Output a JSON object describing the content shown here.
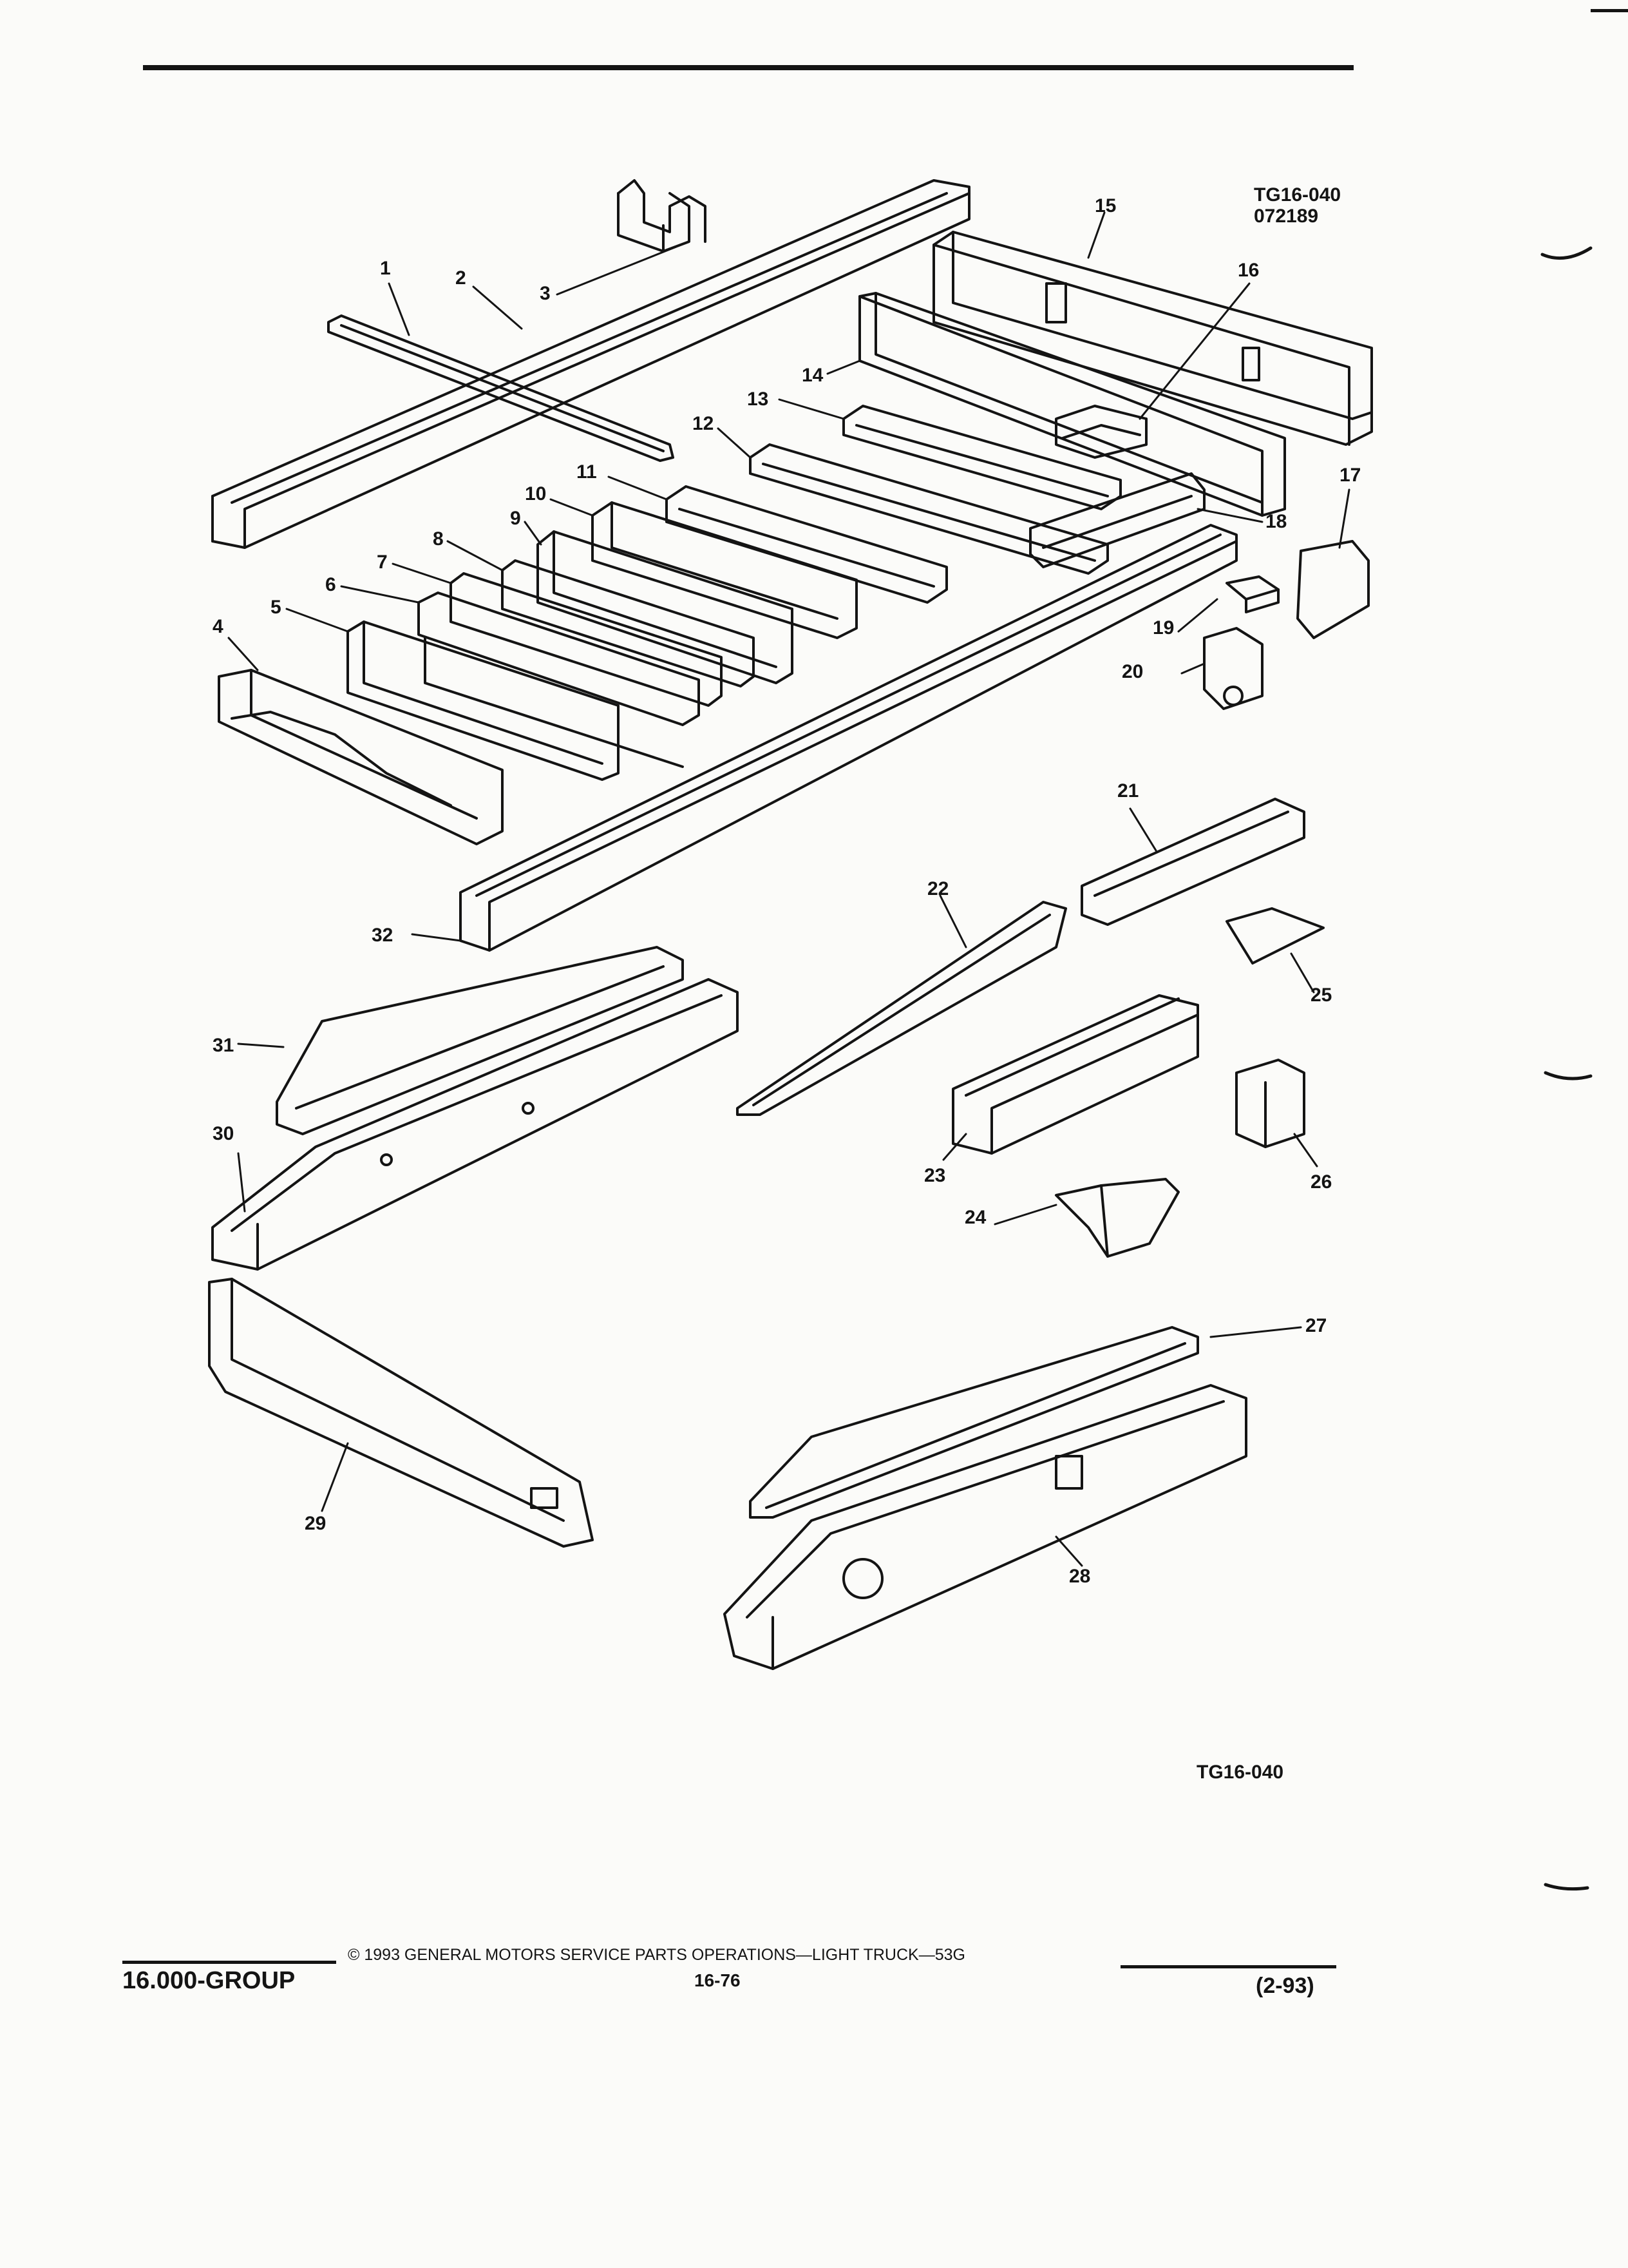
{
  "diagram": {
    "ref_code": "TG16-040",
    "ref_date": "072189",
    "bottom_code": "TG16-040",
    "callouts": [
      "1",
      "2",
      "3",
      "4",
      "5",
      "6",
      "7",
      "8",
      "9",
      "10",
      "11",
      "12",
      "13",
      "14",
      "15",
      "16",
      "17",
      "18",
      "19",
      "20",
      "21",
      "22",
      "23",
      "24",
      "25",
      "26",
      "27",
      "28",
      "29",
      "30",
      "31",
      "32"
    ]
  },
  "footer": {
    "copyright": "© 1993 GENERAL MOTORS SERVICE PARTS OPERATIONS—LIGHT TRUCK—53G",
    "group": "16.000-GROUP",
    "page": "16-76",
    "revision": "(2-93)"
  }
}
